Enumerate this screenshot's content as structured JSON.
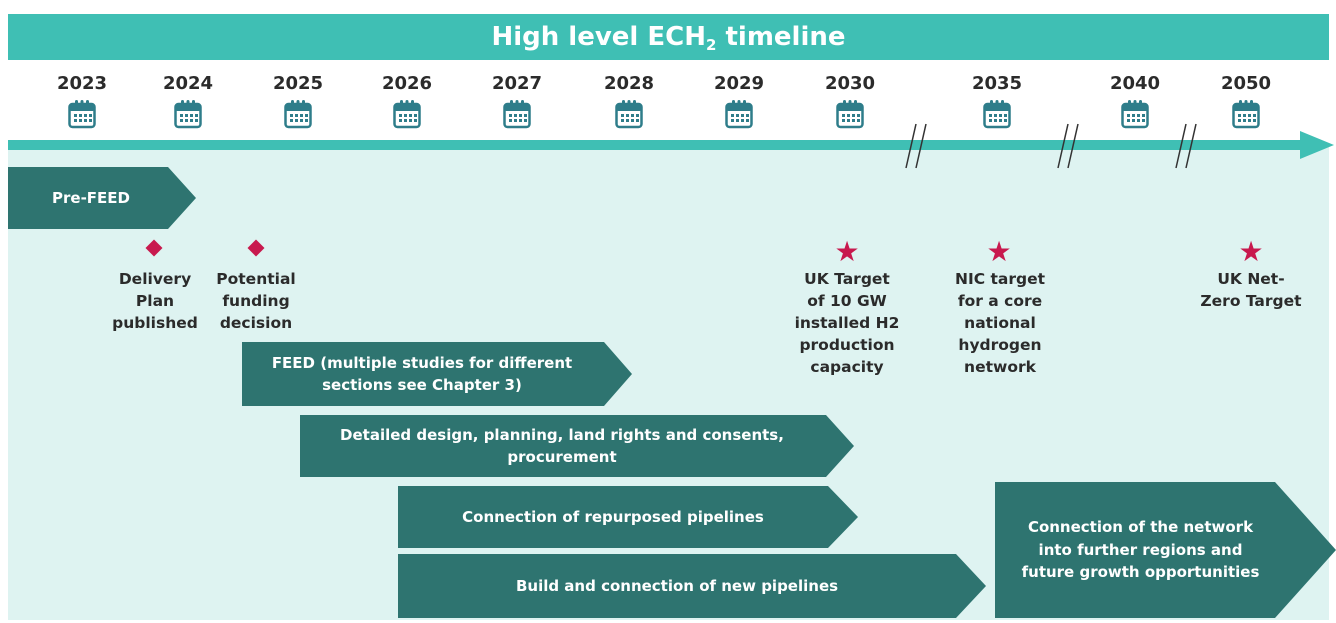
{
  "header": {
    "title_prefix": "High level ECH",
    "title_subscript": "2",
    "title_suffix": " timeline"
  },
  "years": [
    "2023",
    "2024",
    "2025",
    "2026",
    "2027",
    "2028",
    "2029",
    "2030",
    "2035",
    "2040",
    "2050"
  ],
  "icons": {
    "calendar": "calendar-icon",
    "axis_break": "axis-break-icon",
    "milestone_diamond": "diamond-icon",
    "target_star": "star-icon"
  },
  "colors": {
    "header": "#3fbfb4",
    "panel": "#def3f1",
    "chevron": "#2e7470",
    "marker": "#c8194e"
  },
  "phases": {
    "pre_feed": "Pre-FEED",
    "feed_1": "FEED (multiple studies for different",
    "feed_2": "sections see Chapter 3)",
    "detailed_1": "Detailed design, planning, land rights and consents,",
    "detailed_2": "procurement",
    "repurposed": "Connection of repurposed pipelines",
    "new_pipes": "Build and connection of new pipelines",
    "network_1": "Connection of the network",
    "network_2": "into further regions and",
    "network_3": "future growth opportunities"
  },
  "milestones": {
    "delivery": [
      "Delivery",
      "Plan",
      "published"
    ],
    "funding": [
      "Potential",
      "funding",
      "decision"
    ],
    "uk_target": [
      "UK Target",
      "of 10 GW",
      "installed H2",
      "production",
      "capacity"
    ],
    "nic_target": [
      "NIC target",
      "for a core",
      "national",
      "hydrogen",
      "network"
    ],
    "net_zero": [
      "UK Net-",
      "Zero Target"
    ]
  }
}
